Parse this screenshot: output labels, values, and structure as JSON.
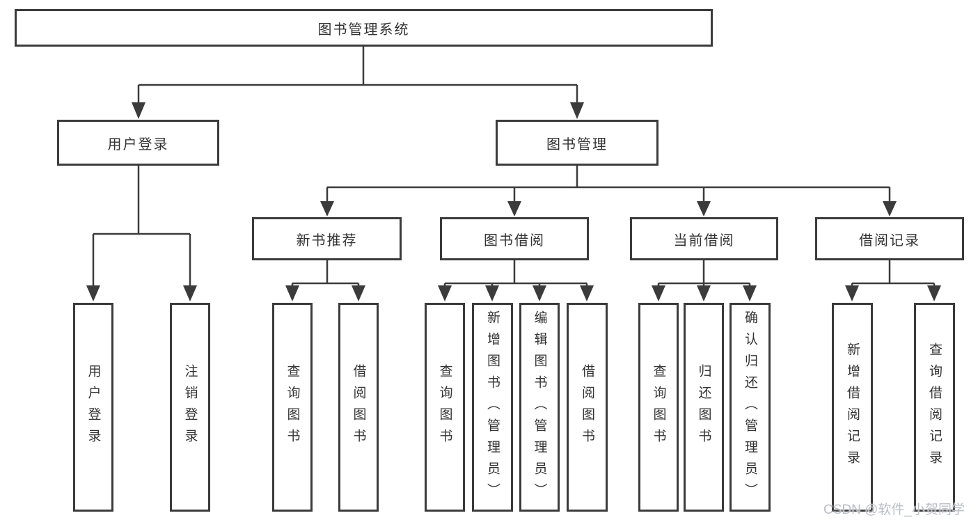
{
  "diagram": {
    "root": {
      "label": "图书管理系统"
    },
    "level2": [
      {
        "label": "用户登录"
      },
      {
        "label": "图书管理"
      }
    ],
    "level3": [
      {
        "label": "新书推荐"
      },
      {
        "label": "图书借阅"
      },
      {
        "label": "当前借阅"
      },
      {
        "label": "借阅记录"
      }
    ],
    "leaves": [
      {
        "label": "用户登录",
        "parent": "用户登录"
      },
      {
        "label": "注销登录",
        "parent": "用户登录"
      },
      {
        "label": "查询图书",
        "parent": "新书推荐"
      },
      {
        "label": "借阅图书",
        "parent": "新书推荐"
      },
      {
        "label": "查询图书",
        "parent": "图书借阅"
      },
      {
        "label": "新增图书（管理员）",
        "parent": "图书借阅"
      },
      {
        "label": "编辑图书（管理员）",
        "parent": "图书借阅"
      },
      {
        "label": "借阅图书",
        "parent": "图书借阅"
      },
      {
        "label": "查询图书",
        "parent": "当前借阅"
      },
      {
        "label": "归还图书",
        "parent": "当前借阅"
      },
      {
        "label": "确认归还（管理员）",
        "parent": "当前借阅"
      },
      {
        "label": "新增借阅记录",
        "parent": "借阅记录"
      },
      {
        "label": "查询借阅记录",
        "parent": "借阅记录"
      }
    ],
    "watermark": "CSDN @软件_小贺同学",
    "colors": {
      "line": "#3b3b3b",
      "text": "#333333",
      "background": "#ffffff",
      "watermark": "#b9bec6"
    }
  }
}
